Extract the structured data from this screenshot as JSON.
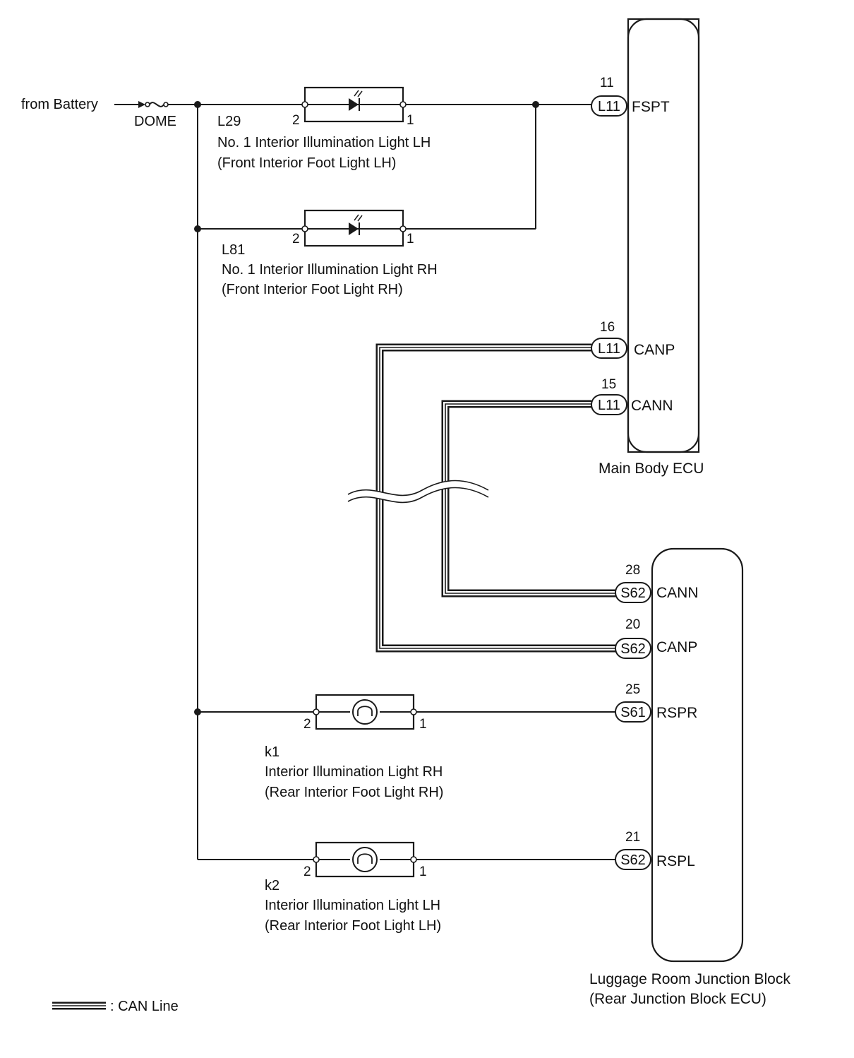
{
  "source": {
    "label": "from Battery",
    "fuse": "DOME"
  },
  "lights": [
    {
      "id": "L29",
      "name": "No. 1 Interior Illumination Light LH",
      "desc": "(Front Interior Foot Light LH)",
      "pin_left": "2",
      "pin_right": "1",
      "type": "led"
    },
    {
      "id": "L81",
      "name": "No. 1 Interior Illumination Light RH",
      "desc": "(Front Interior Foot Light RH)",
      "pin_left": "2",
      "pin_right": "1",
      "type": "led"
    },
    {
      "id": "k1",
      "name": "Interior Illumination Light RH",
      "desc": "(Rear Interior Foot Light RH)",
      "pin_left": "2",
      "pin_right": "1",
      "type": "bulb"
    },
    {
      "id": "k2",
      "name": "Interior Illumination Light LH",
      "desc": "(Rear Interior Foot Light LH)",
      "pin_left": "2",
      "pin_right": "1",
      "type": "bulb"
    }
  ],
  "main_ecu": {
    "name": "Main Body ECU",
    "terminals": [
      {
        "pin": "11",
        "connector": "L11",
        "signal": "FSPT"
      },
      {
        "pin": "16",
        "connector": "L11",
        "signal": "CANP"
      },
      {
        "pin": "15",
        "connector": "L11",
        "signal": "CANN"
      }
    ]
  },
  "rear_ecu": {
    "name": "Luggage Room Junction Block",
    "subname": "(Rear Junction Block ECU)",
    "terminals": [
      {
        "pin": "28",
        "connector": "S62",
        "signal": "CANN"
      },
      {
        "pin": "20",
        "connector": "S62",
        "signal": "CANP"
      },
      {
        "pin": "25",
        "connector": "S61",
        "signal": "RSPR"
      },
      {
        "pin": "21",
        "connector": "S62",
        "signal": "RSPL"
      }
    ]
  },
  "legend": {
    "can_line": ": CAN Line"
  }
}
